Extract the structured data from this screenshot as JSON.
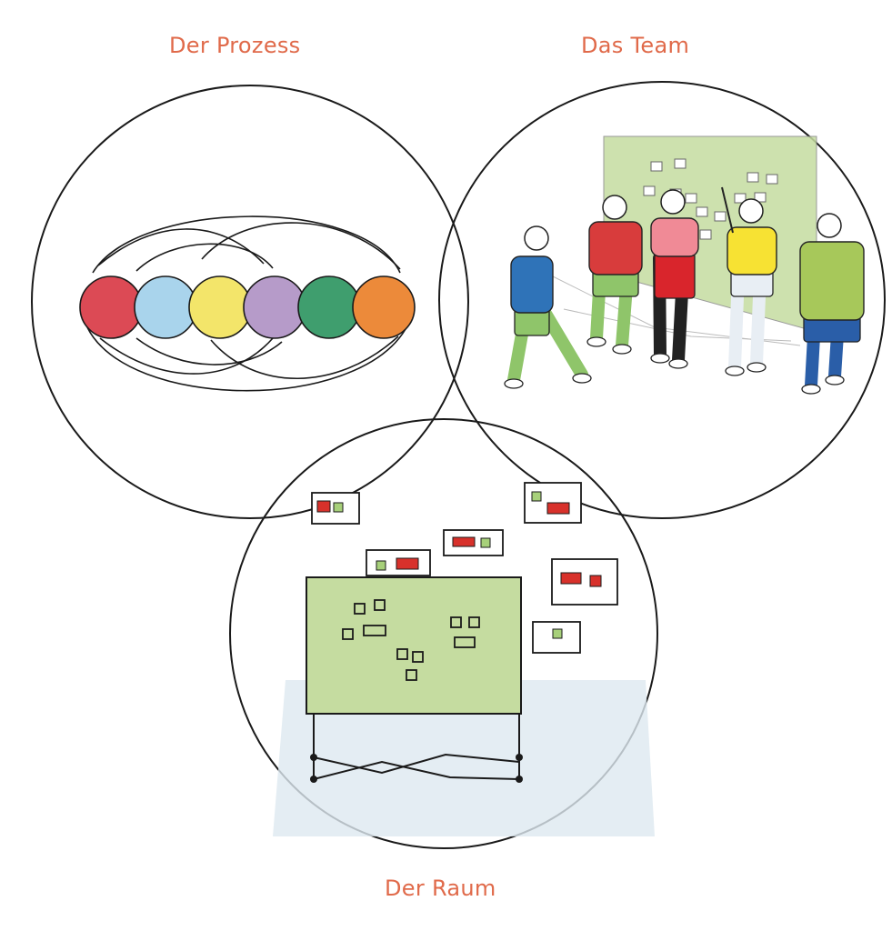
{
  "labels": {
    "prozess": "Der Prozess",
    "team": "Das Team",
    "raum": "Der Raum"
  },
  "colors": {
    "label": "#e06a4a",
    "outline": "#1a1a1a",
    "phases": [
      "#dc4a55",
      "#a9d4ec",
      "#f3e56a",
      "#b69bc9",
      "#3f9e6e",
      "#ec8a3a"
    ],
    "board_green": "#c5dca0",
    "floor_blue": "#dde9f0",
    "card_red": "#d8312b",
    "card_green": "#a7d07a",
    "shirt_blue": "#2f73b8",
    "shirt_red": "#d83c3c",
    "shirt_pink": "#f08a96",
    "skirt_red": "#d9252c",
    "shirt_yellow": "#f7e233",
    "shirt_olive": "#a7c85a",
    "pants_green": "#8fc56a",
    "pants_blue": "#2a5ea8"
  },
  "icons": {
    "process": "six-colored-phase-circles",
    "team": "five-people-at-board",
    "room": "whiteboard-with-cards"
  }
}
